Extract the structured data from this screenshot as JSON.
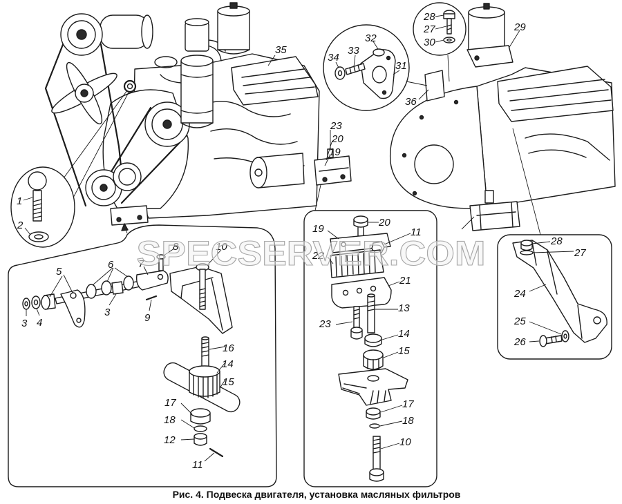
{
  "caption": "Рис. 4. Подвеска двигателя, установка масляных фильтров",
  "watermark": "SPECSERVER.COM",
  "engine_front": {
    "labels": [
      "35",
      "23",
      "20",
      "19"
    ]
  },
  "eyebolt_inset": {
    "labels": [
      "1",
      "2"
    ]
  },
  "filter_bolt_inset": {
    "labels": [
      "28",
      "27",
      "30"
    ]
  },
  "bracket_inset": {
    "labels": [
      "32",
      "33",
      "34",
      "31"
    ]
  },
  "engine_rear": {
    "labels": [
      "29",
      "36"
    ]
  },
  "front_mount_panel": {
    "labels": [
      "5",
      "6",
      "7",
      "8",
      "10",
      "3",
      "4",
      "3",
      "9",
      "16",
      "14",
      "15",
      "17",
      "18",
      "12",
      "11"
    ]
  },
  "side_mount_panel": {
    "labels": [
      "19",
      "20",
      "11",
      "22",
      "21",
      "13",
      "23",
      "14",
      "15",
      "17",
      "18",
      "10"
    ]
  },
  "rear_bracket_panel": {
    "labels": [
      "28",
      "27",
      "24",
      "25",
      "26"
    ]
  }
}
